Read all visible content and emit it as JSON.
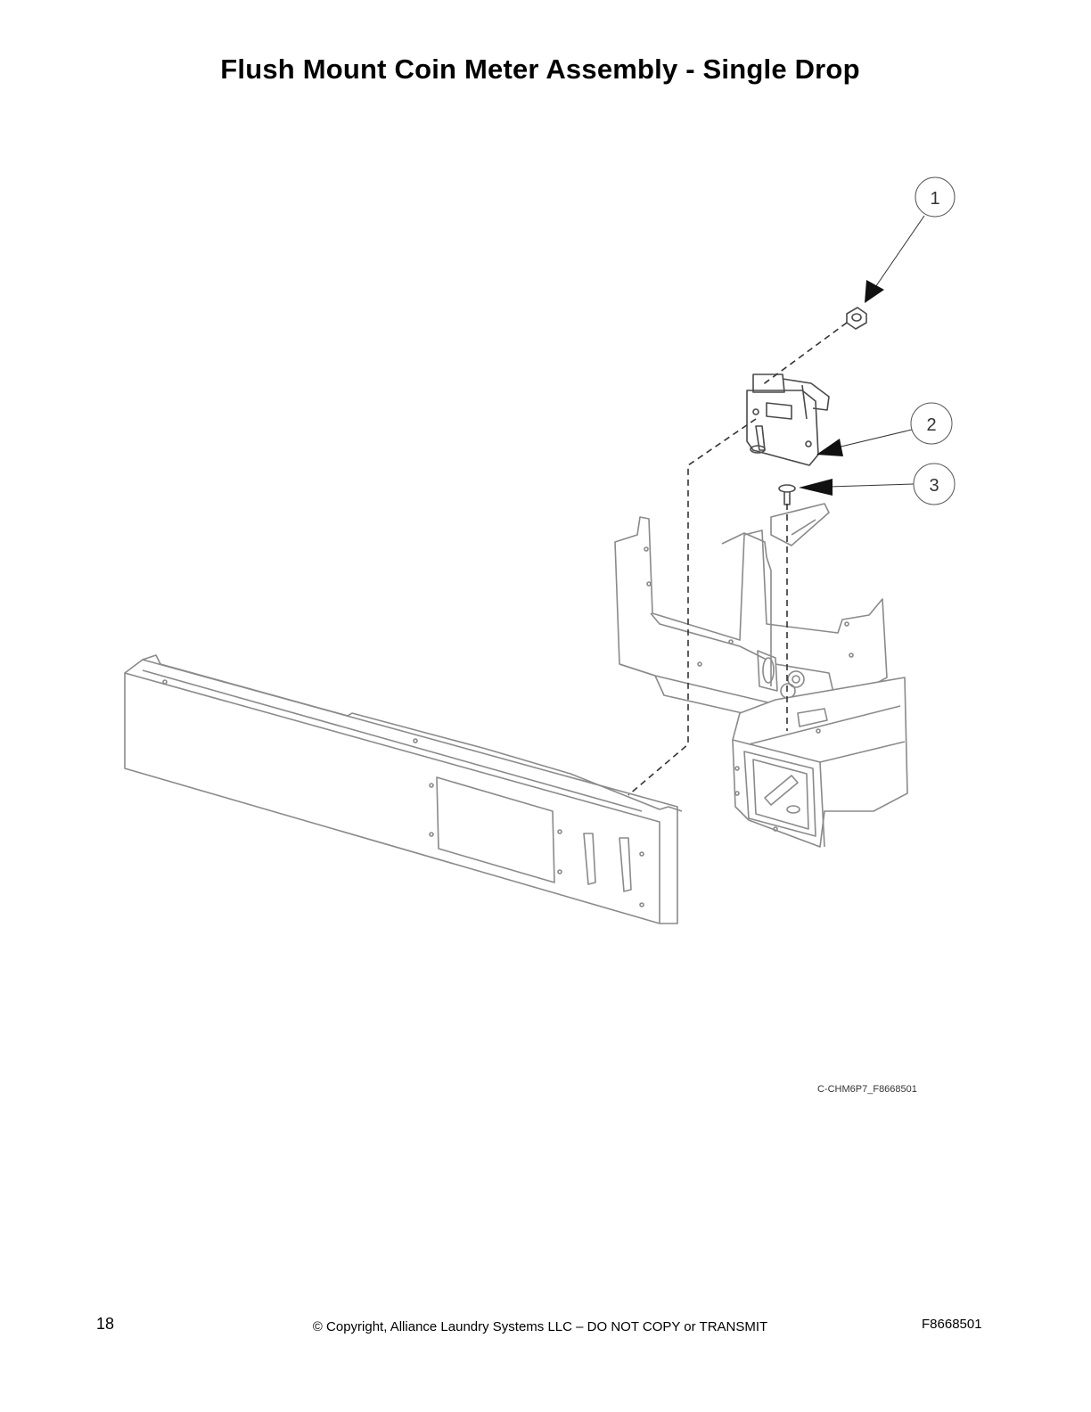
{
  "page": {
    "title": "Flush Mount Coin Meter Assembly - Single Drop",
    "drawing_id": "C-CHM6P7_F8668501",
    "page_number": "18",
    "copyright": "© Copyright, Alliance Laundry Systems LLC – DO NOT COPY or TRANSMIT",
    "document_number": "F8668501"
  },
  "callouts": [
    {
      "label": "1",
      "part": "nut"
    },
    {
      "label": "2",
      "part": "coin meter"
    },
    {
      "label": "3",
      "part": "screw"
    }
  ],
  "colors": {
    "line": "#8a8a8a",
    "dark_line": "#333333",
    "callout_fill": "#ffffff"
  }
}
